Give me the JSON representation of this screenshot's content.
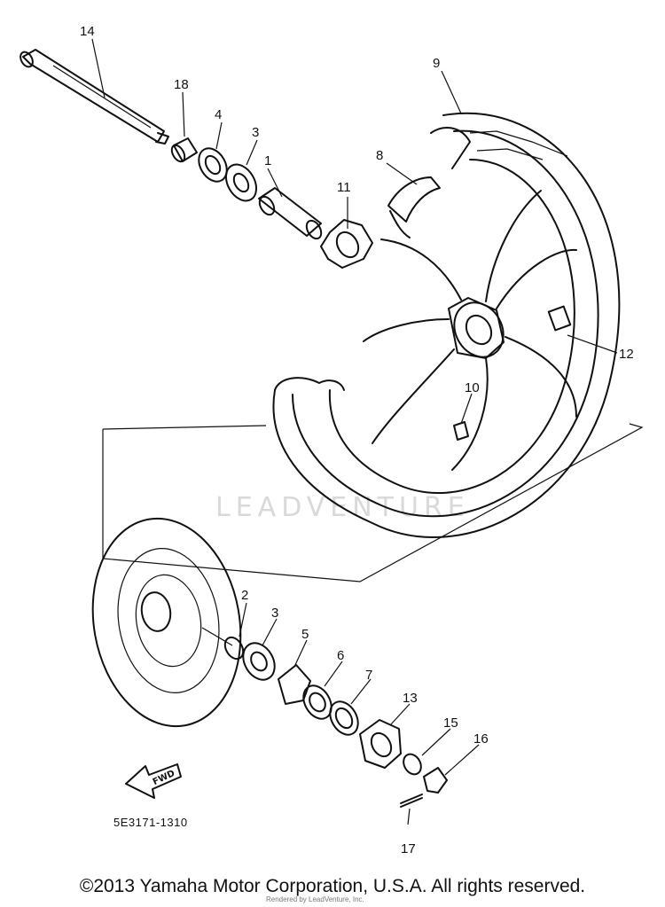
{
  "diagram": {
    "part_number": "5E3171-1310",
    "watermark": "LEADVENTURE",
    "fwd_label": "FWD",
    "callouts": [
      {
        "id": "c1",
        "label": "1"
      },
      {
        "id": "c2",
        "label": "2"
      },
      {
        "id": "c3a",
        "label": "3"
      },
      {
        "id": "c3b",
        "label": "3"
      },
      {
        "id": "c4",
        "label": "4"
      },
      {
        "id": "c5",
        "label": "5"
      },
      {
        "id": "c6",
        "label": "6"
      },
      {
        "id": "c7",
        "label": "7"
      },
      {
        "id": "c8",
        "label": "8"
      },
      {
        "id": "c9",
        "label": "9"
      },
      {
        "id": "c10",
        "label": "10"
      },
      {
        "id": "c11",
        "label": "11"
      },
      {
        "id": "c12",
        "label": "12"
      },
      {
        "id": "c13",
        "label": "13"
      },
      {
        "id": "c14",
        "label": "14"
      },
      {
        "id": "c15",
        "label": "15"
      },
      {
        "id": "c16",
        "label": "16"
      },
      {
        "id": "c17",
        "label": "17"
      },
      {
        "id": "c18",
        "label": "18"
      }
    ]
  },
  "footer": {
    "copyright": "©2013 Yamaha Motor Corporation, U.S.A. All rights reserved.",
    "credit": "Rendered by LeadVenture, Inc."
  }
}
